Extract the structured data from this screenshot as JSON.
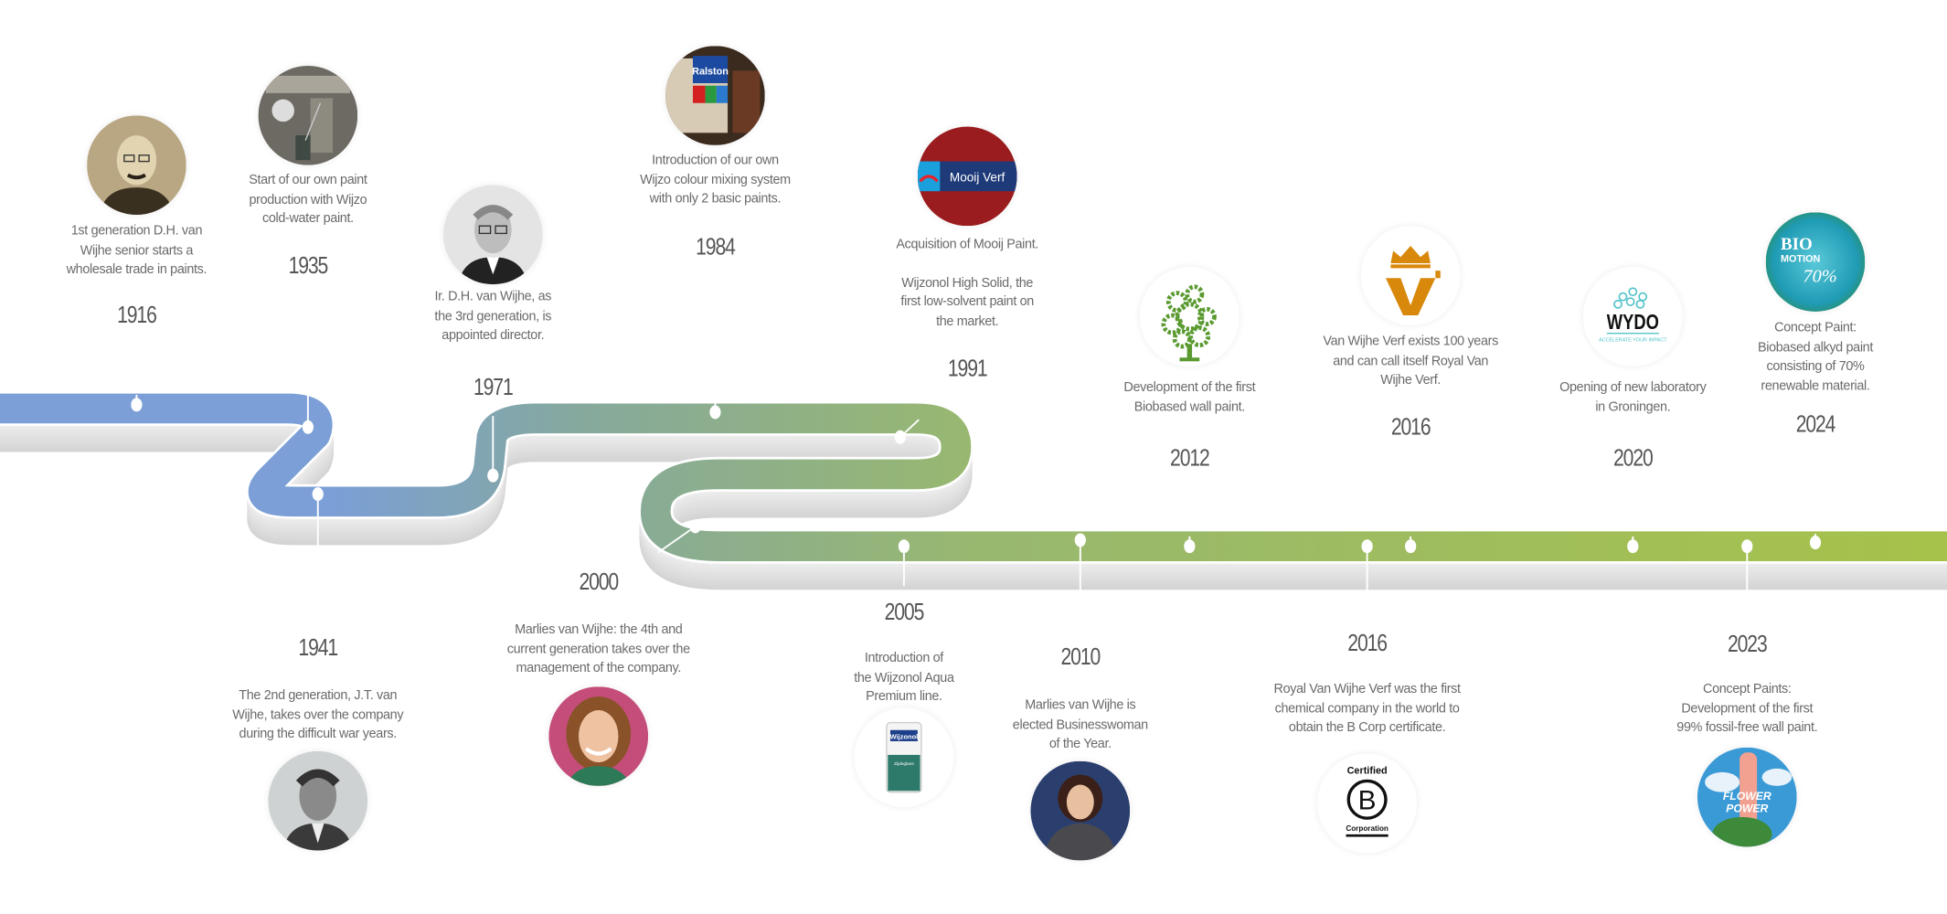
{
  "colors": {
    "road_start": "#7b9fd6",
    "road_mid": "#86a99c",
    "road_end": "#a3c04f",
    "road_side": "#dedede",
    "text": "#6a6a6a",
    "year": "#555555"
  },
  "milestones": [
    {
      "year": "1916",
      "paragraphs": [
        [
          "1st generation D.H. van",
          "Wijhe senior starts a",
          "wholesale trade in paints."
        ]
      ],
      "image": {
        "kind": "portrait-sepia",
        "icon": "portrait-photo-icon"
      }
    },
    {
      "year": "1935",
      "paragraphs": [
        [
          "Start of our own paint",
          "production with Wijzo",
          "cold-water paint."
        ]
      ],
      "image": {
        "kind": "factory",
        "icon": "factory-photo-icon"
      }
    },
    {
      "year": "1971",
      "paragraphs": [
        [
          "Ir. D.H. van Wijhe, as",
          "the 3rd generation, is",
          "appointed director."
        ]
      ],
      "image": {
        "kind": "portrait-grey",
        "icon": "portrait-photo-icon"
      }
    },
    {
      "year": "1984",
      "paragraphs": [
        [
          "Introduction of our own",
          "Wijzo colour mixing system",
          "with only 2 basic paints."
        ]
      ],
      "image": {
        "kind": "ralston",
        "icon": "ralston-machine-icon",
        "label": "Ralston"
      }
    },
    {
      "year": "1991",
      "paragraphs": [
        [
          "Acquisition of Mooij Paint."
        ],
        [
          "Wijzonol High Solid, the",
          "first low-solvent paint on",
          "the market."
        ]
      ],
      "image": {
        "kind": "mooij",
        "icon": "mooij-verf-logo-icon",
        "label": "Mooij Verf"
      }
    },
    {
      "year": "2012",
      "paragraphs": [
        [
          "Development of the first",
          "Biobased wall paint."
        ]
      ],
      "image": {
        "kind": "gear-tree",
        "icon": "gear-tree-icon"
      }
    },
    {
      "year": "2016",
      "paragraphs": [
        [
          "Van Wijhe Verf exists 100 years",
          "and can call itself Royal Van",
          "Wijhe Verf."
        ]
      ],
      "image": {
        "kind": "royal-vw",
        "icon": "royal-crown-logo-icon"
      }
    },
    {
      "year": "2020",
      "paragraphs": [
        [
          "Opening of new laboratory",
          "in Groningen."
        ]
      ],
      "image": {
        "kind": "wydo",
        "icon": "wydo-logo-icon",
        "label": "WYDO",
        "sublabel": "ACCELERATE YOUR IMPACT"
      }
    },
    {
      "year": "2024",
      "paragraphs": [
        [
          "Concept Paint:",
          "Biobased alkyd paint",
          "consisting of 70%",
          "renewable material."
        ]
      ],
      "image": {
        "kind": "biomotion",
        "icon": "bio-motion-logo-icon",
        "label": "BIO",
        "sublabel": "MOTION",
        "extra": "70%"
      }
    },
    {
      "year": "1941",
      "paragraphs": [
        [
          "The 2nd generation, J.T. van",
          "Wijhe, takes over the company",
          "during the difficult war years."
        ]
      ],
      "image": {
        "kind": "portrait-bw",
        "icon": "portrait-photo-icon"
      }
    },
    {
      "year": "2000",
      "paragraphs": [
        [
          "Marlies van Wijhe: the 4th and",
          "current generation takes over the",
          "management of the company."
        ]
      ],
      "image": {
        "kind": "portrait-color",
        "icon": "portrait-photo-icon"
      }
    },
    {
      "year": "2005",
      "paragraphs": [
        [
          "Introduction of",
          "the Wijzonol Aqua",
          "Premium line."
        ]
      ],
      "image": {
        "kind": "paint-can",
        "icon": "paint-can-icon",
        "label": "Wijzonol",
        "sublabel": "Zijdeglans"
      }
    },
    {
      "year": "2010",
      "paragraphs": [
        [
          "Marlies van Wijhe is",
          "elected Businesswoman",
          "of the Year."
        ]
      ],
      "image": {
        "kind": "portrait-business",
        "icon": "portrait-photo-icon"
      }
    },
    {
      "year": "2016",
      "paragraphs": [
        [
          "Royal Van Wijhe Verf was the first",
          "chemical company in the world to",
          "obtain the B Corp certificate."
        ]
      ],
      "image": {
        "kind": "bcorp",
        "icon": "b-corp-logo-icon",
        "label": "Certified",
        "sublabel": "Corporation",
        "extra": "B"
      }
    },
    {
      "year": "2023",
      "paragraphs": [
        [
          "Concept Paints:",
          "Development of the first",
          "99% fossil-free wall paint."
        ]
      ],
      "image": {
        "kind": "flower",
        "icon": "flower-power-icon",
        "label": "FLOWER",
        "sublabel": "POWER"
      }
    }
  ]
}
